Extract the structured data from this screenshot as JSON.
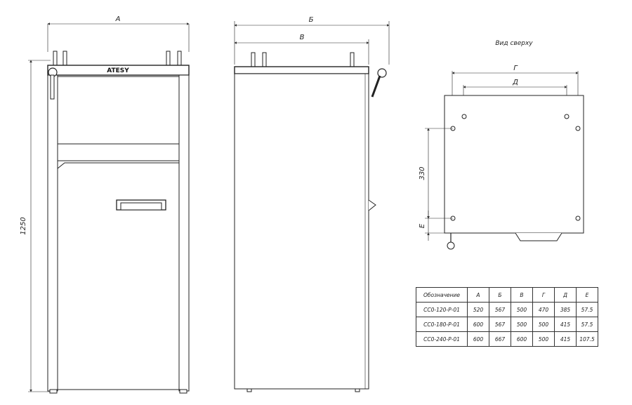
{
  "labels": {
    "dim_a": "А",
    "dim_b": "Б",
    "dim_v": "В",
    "dim_g": "Г",
    "dim_d": "Д",
    "dim_e": "Е",
    "height": "1250",
    "top_offset": "330",
    "top_view_title": "Вид сверху",
    "brand": "ATESY"
  },
  "table": {
    "headers": [
      "Обозначение",
      "А",
      "Б",
      "В",
      "Г",
      "Д",
      "Е"
    ],
    "rows": [
      [
        "СС0-120-Р-01",
        "520",
        "567",
        "500",
        "470",
        "385",
        "57.5"
      ],
      [
        "СС0-180-Р-01",
        "600",
        "567",
        "500",
        "500",
        "415",
        "57.5"
      ],
      [
        "СС0-240-Р-01",
        "600",
        "667",
        "600",
        "500",
        "415",
        "107.5"
      ]
    ]
  }
}
